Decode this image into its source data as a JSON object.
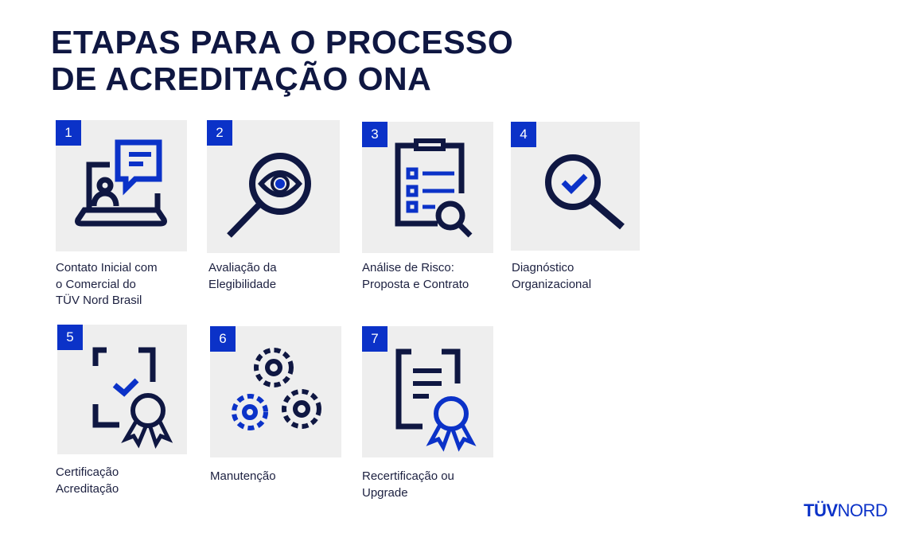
{
  "title_lines": [
    "ETAPAS PARA O PROCESSO",
    "DE ACREDITAÇÃO ONA"
  ],
  "steps": [
    {
      "number": "1",
      "label_lines": [
        "Contato Inicial com",
        "o Comercial do",
        "TÜV Nord Brasil"
      ],
      "icon": "laptop-chat-icon"
    },
    {
      "number": "2",
      "label_lines": [
        "Avaliação da",
        "Elegibilidade"
      ],
      "icon": "magnifier-eye-icon"
    },
    {
      "number": "3",
      "label_lines": [
        "Análise de Risco:",
        "Proposta e Contrato"
      ],
      "icon": "clipboard-search-icon"
    },
    {
      "number": "4",
      "label_lines": [
        "Diagnóstico",
        "Organizacional"
      ],
      "icon": "magnifier-check-icon"
    },
    {
      "number": "5",
      "label_lines": [
        "Certificação",
        "Acreditação"
      ],
      "icon": "certificate-check-icon"
    },
    {
      "number": "6",
      "label_lines": [
        "Manutenção"
      ],
      "icon": "gears-icon"
    },
    {
      "number": "7",
      "label_lines": [
        "Recertificação ou",
        "Upgrade"
      ],
      "icon": "document-badge-icon"
    }
  ],
  "logo": {
    "bold": "TÜV",
    "light": "NORD"
  },
  "colors": {
    "navy": "#0f1742",
    "blue": "#0b32c8",
    "tile": "#eeeeee"
  }
}
